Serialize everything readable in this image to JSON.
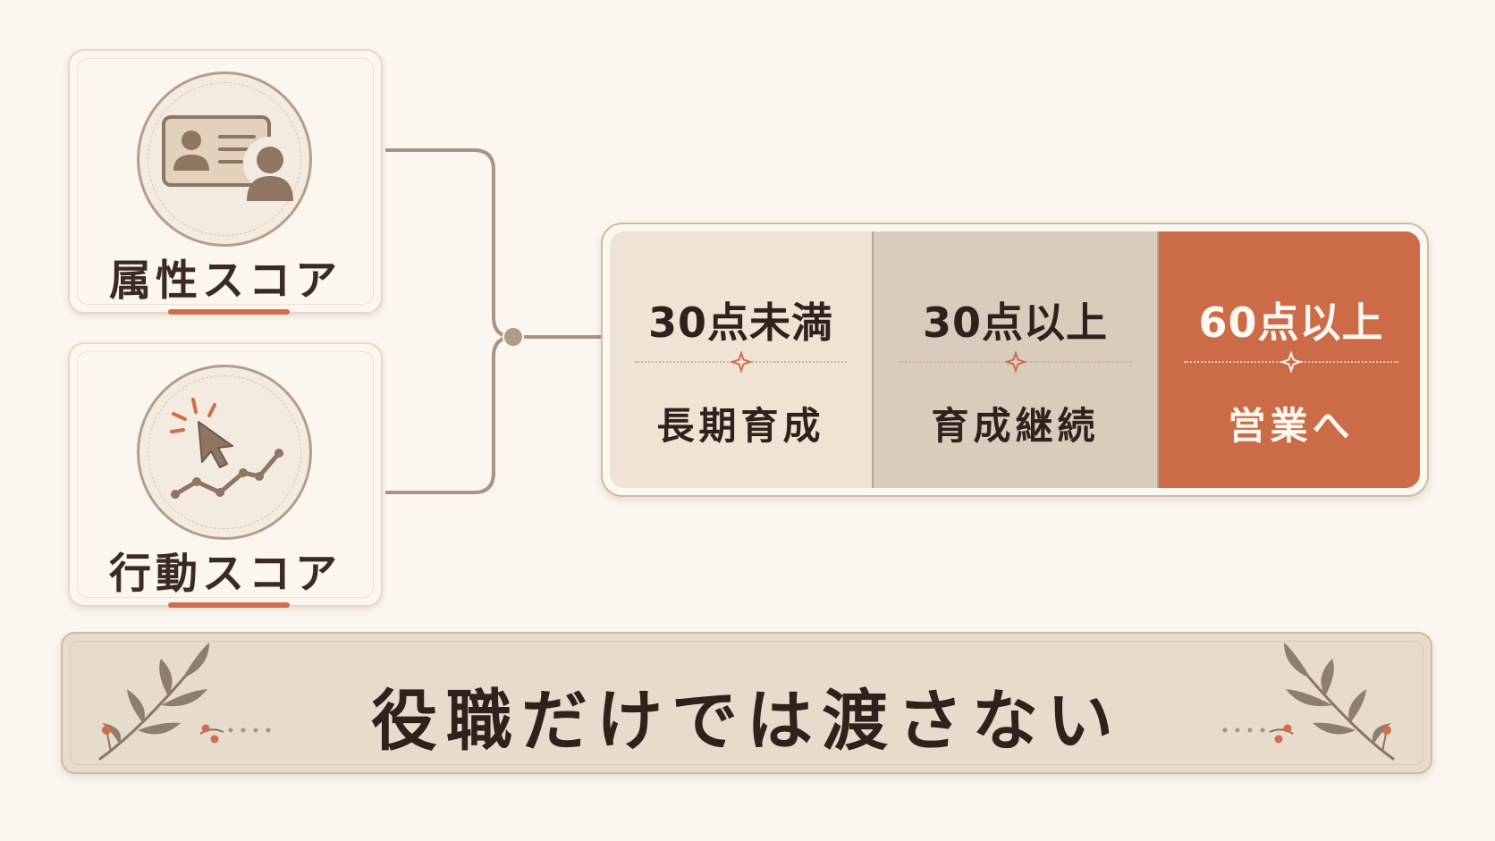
{
  "inputs": [
    {
      "label": "属性スコア",
      "icon": "id-card-person-icon"
    },
    {
      "label": "行動スコア",
      "icon": "cursor-click-trend-icon"
    }
  ],
  "thresholds": [
    {
      "score": "30点未満",
      "action": "長期育成"
    },
    {
      "score": "30点以上",
      "action": "育成継続"
    },
    {
      "score": "60点以上",
      "action": "営業へ"
    }
  ],
  "banner": {
    "text": "役職だけでは渡さない"
  },
  "colors": {
    "background": "#fbf7f0",
    "accent": "#cc6b47",
    "neutral": "#d9ccbc",
    "light": "#efe3d3",
    "text": "#2f221c",
    "connector": "#a89480"
  }
}
